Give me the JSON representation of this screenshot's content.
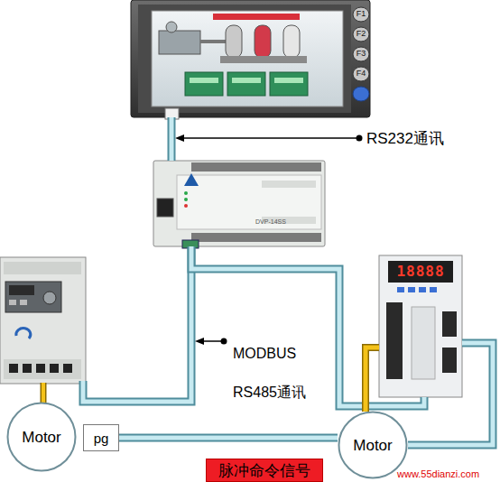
{
  "diagram": {
    "nodes": [
      {
        "text": [
          "F1",
          "F2",
          "F3",
          "F4"
        ]
      },
      {
        "text": [
          "DVP-14SS"
        ]
      },
      {
        "text": [
          "18888"
        ]
      },
      {
        "text": [
          "Motor"
        ]
      },
      {
        "text": [
          "pg"
        ]
      },
      {
        "text": [
          "Motor"
        ]
      },
      {
        "text": [
          "脉冲命令信号"
        ]
      }
    ],
    "edges": [
      {
        "from": 0,
        "to": 1,
        "arrow": "none"
      },
      {
        "from": 1,
        "to": 2,
        "arrow": "none"
      },
      {
        "from": 2,
        "to": 5,
        "arrow": "none"
      },
      {
        "from": 2,
        "to": 5,
        "arrow": "none"
      },
      {
        "from": 4,
        "to": 5,
        "arrow": "none"
      }
    ],
    "labels": [
      "RS232通讯",
      "MODBUS",
      "RS485通讯",
      "www.55dianzi.com"
    ]
  }
}
